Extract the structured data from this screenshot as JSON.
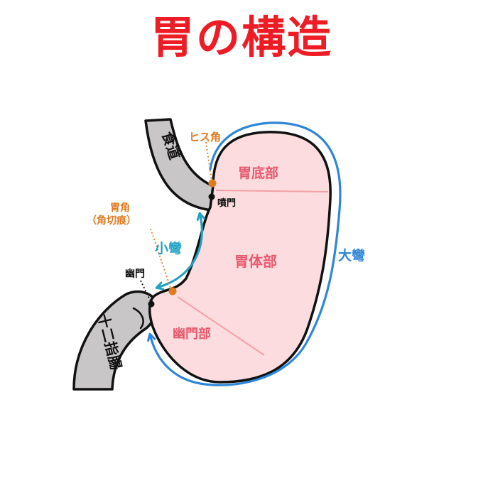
{
  "title": "胃の構造",
  "labels": {
    "esophagus": "食道",
    "his_angle": "ヒス角",
    "cardia": "噴門",
    "fundus": "胃底部",
    "gastric_angle": "胃角",
    "gastric_angle_sub": "（角切痕）",
    "lesser_curvature": "小彎",
    "body": "胃体部",
    "greater_curvature": "大彎",
    "pylorus": "幽門",
    "pyloric_region": "幽門部",
    "duodenum": "十二指腸"
  },
  "colors": {
    "title": "#ee1c24",
    "stomach_fill": "#fcdcde",
    "region_text": "#e85a6e",
    "divider": "#f2a0a8",
    "tube_fill": "#c8c6c6",
    "outline": "#111111",
    "curvature_blue": "#2f86d8",
    "lesser_teal": "#22a2c2",
    "landmark_orange": "#e07a1f"
  }
}
